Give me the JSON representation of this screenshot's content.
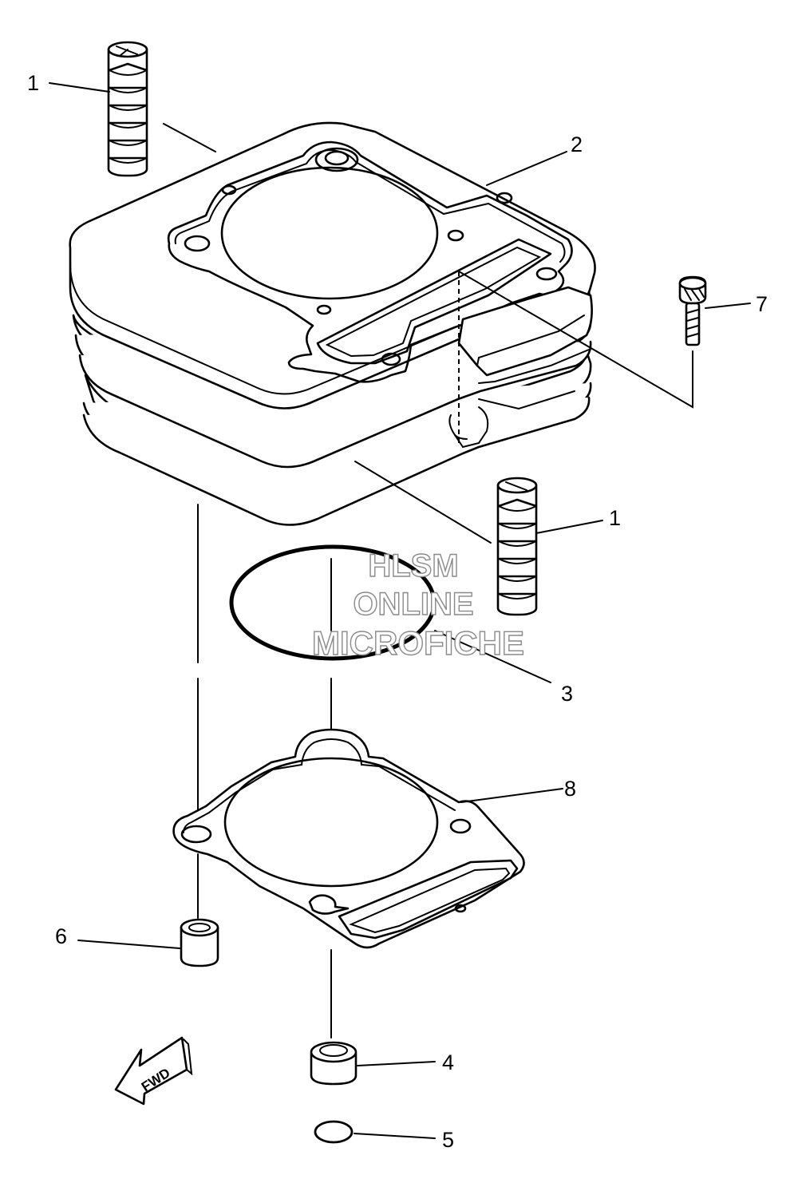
{
  "callouts": {
    "c1_top": "1",
    "c2": "2",
    "c7": "7",
    "c1_right": "1",
    "c3": "3",
    "c8": "8",
    "c6": "6",
    "c4": "4",
    "c5": "5"
  },
  "watermark": {
    "line1": "HLSM",
    "line2": "ONLINE",
    "line3": "MICROFICHE"
  },
  "direction_arrow": {
    "label": "FWD"
  },
  "colors": {
    "line": "#000000",
    "background": "#ffffff",
    "watermark_outline": "#8a8a8a"
  }
}
